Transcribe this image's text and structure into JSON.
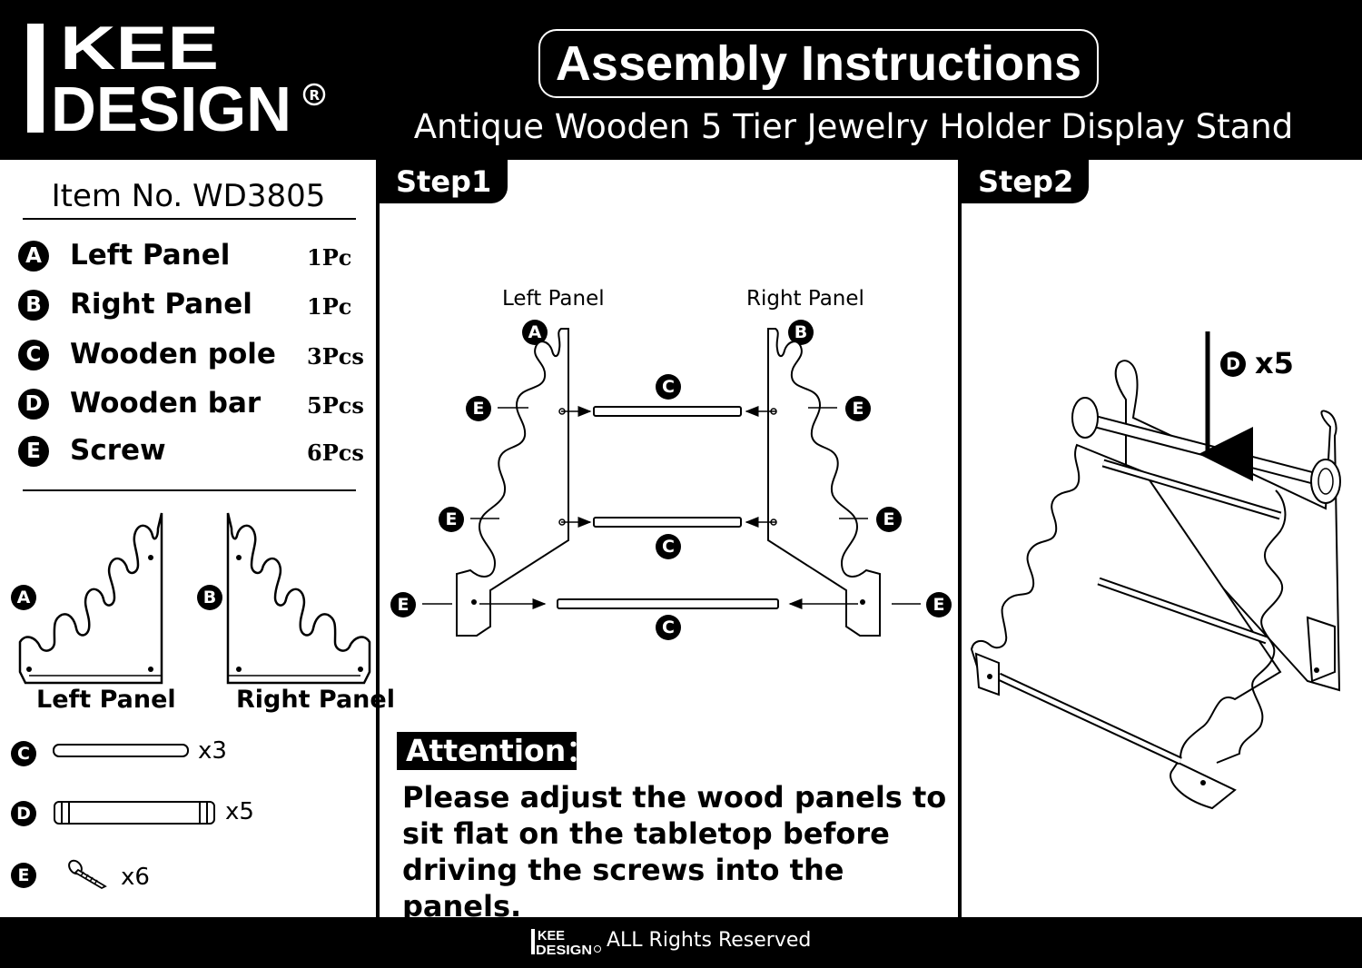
{
  "brand": {
    "line1": "KEE",
    "line2": "DESIGN",
    "registered": "®",
    "initial": "I"
  },
  "header": {
    "title": "Assembly Instructions",
    "subtitle": "Antique Wooden 5 Tier Jewelry Holder Display Stand"
  },
  "item_no": "Item No. WD3805",
  "parts": [
    {
      "letter": "A",
      "name": "Left Panel",
      "qty": "1Pc"
    },
    {
      "letter": "B",
      "name": "Right Panel",
      "qty": "1Pc"
    },
    {
      "letter": "C",
      "name": "Wooden pole",
      "qty": "3Pcs"
    },
    {
      "letter": "D",
      "name": "Wooden bar",
      "qty": "5Pcs"
    },
    {
      "letter": "E",
      "name": "Screw",
      "qty": "6Pcs"
    }
  ],
  "illustrations": {
    "left_panel_caption": "Left Panel",
    "right_panel_caption": "Right Panel",
    "c_count": "x3",
    "d_count": "x5",
    "e_count": "x6"
  },
  "step1": {
    "tab": "Step1",
    "left_label": "Left Panel",
    "right_label": "Right Panel"
  },
  "step2": {
    "tab": "Step2",
    "d_count": "x5"
  },
  "attention": {
    "heading": "Attention：",
    "text": "Please adjust the wood panels to sit flat on the tabletop before driving the screws into the panels."
  },
  "footer": {
    "text": "ALL Rights Reserved",
    "logo_line1": "KEE",
    "logo_line2": "DESIGN"
  }
}
